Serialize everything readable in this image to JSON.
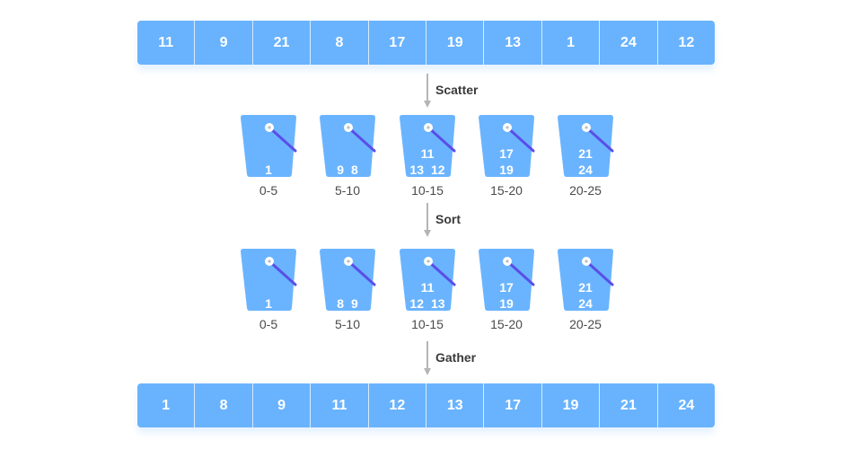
{
  "colors": {
    "cell_fill": "#69b3fe",
    "bucket_fill": "#6ab4ff",
    "handle_line": "#5a4ee8",
    "arrow": "#b5b5b5",
    "text_dark": "#3a3a3a"
  },
  "input_array": [
    "11",
    "9",
    "21",
    "8",
    "17",
    "19",
    "13",
    "1",
    "24",
    "12"
  ],
  "steps": {
    "scatter": "Scatter",
    "sort": "Sort",
    "gather": "Gather"
  },
  "scattered_buckets": [
    {
      "range": "0-5",
      "lines": [
        [
          "1"
        ]
      ]
    },
    {
      "range": "5-10",
      "lines": [
        [
          "9",
          "8"
        ]
      ]
    },
    {
      "range": "10-15",
      "lines": [
        [
          "11"
        ],
        [
          "13",
          "12"
        ]
      ]
    },
    {
      "range": "15-20",
      "lines": [
        [
          "17"
        ],
        [
          "19"
        ]
      ]
    },
    {
      "range": "20-25",
      "lines": [
        [
          "21"
        ],
        [
          "24"
        ]
      ]
    }
  ],
  "sorted_buckets": [
    {
      "range": "0-5",
      "lines": [
        [
          "1"
        ]
      ]
    },
    {
      "range": "5-10",
      "lines": [
        [
          "8",
          "9"
        ]
      ]
    },
    {
      "range": "10-15",
      "lines": [
        [
          "11"
        ],
        [
          "12",
          "13"
        ]
      ]
    },
    {
      "range": "15-20",
      "lines": [
        [
          "17"
        ],
        [
          "19"
        ]
      ]
    },
    {
      "range": "20-25",
      "lines": [
        [
          "21"
        ],
        [
          "24"
        ]
      ]
    }
  ],
  "output_array": [
    "1",
    "8",
    "9",
    "11",
    "12",
    "13",
    "17",
    "19",
    "21",
    "24"
  ]
}
